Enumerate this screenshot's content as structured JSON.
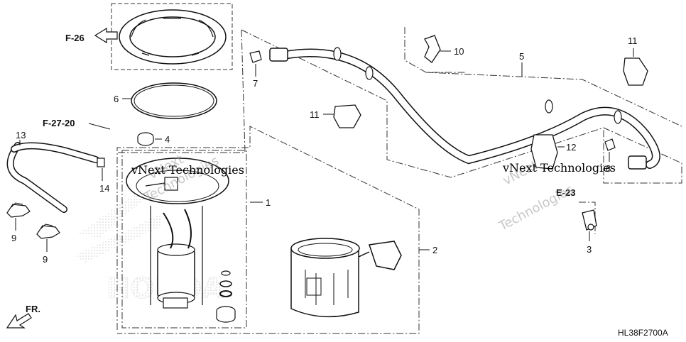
{
  "callouts": {
    "p1": "1",
    "p2": "2",
    "p3": "3",
    "p4": "4",
    "p5": "5",
    "p6": "6",
    "p7": "7",
    "p8": "8",
    "p9a": "9",
    "p9b": "9",
    "p10": "10",
    "p11a": "11",
    "p11b": "11",
    "p12": "12",
    "p13": "13",
    "p14": "14"
  },
  "references": {
    "f26": "F-26",
    "f2720": "F-27-20",
    "e23": "E-23",
    "front": "FR."
  },
  "diagram_code": "HL38F2700A",
  "watermark": {
    "brand": "vNext Technologies",
    "line1": "vNext",
    "line2": "Technologies"
  },
  "brand_logo_text": "HONDA"
}
